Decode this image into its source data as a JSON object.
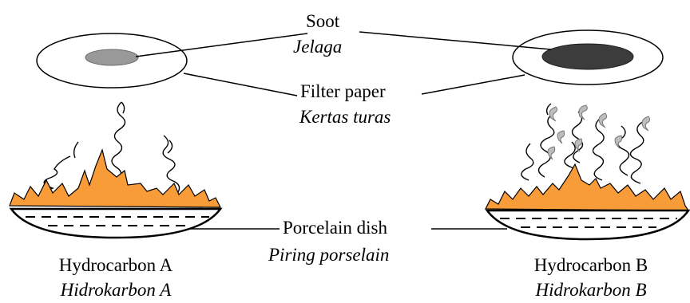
{
  "labels": {
    "soot_en": "Soot",
    "soot_my": "Jelaga",
    "filter_en": "Filter paper",
    "filter_my": "Kertas turas",
    "dish_en": "Porcelain dish",
    "dish_my": "Piring porselain",
    "hydro_a_en": "Hydrocarbon A",
    "hydro_a_my": "Hidrokarbon A",
    "hydro_b_en": "Hydrocarbon B",
    "hydro_b_my": "Hidrokarbon B"
  },
  "colors": {
    "flame": "#f89c3a",
    "soot_light": "#999999",
    "soot_dark": "#3c3c3c"
  }
}
